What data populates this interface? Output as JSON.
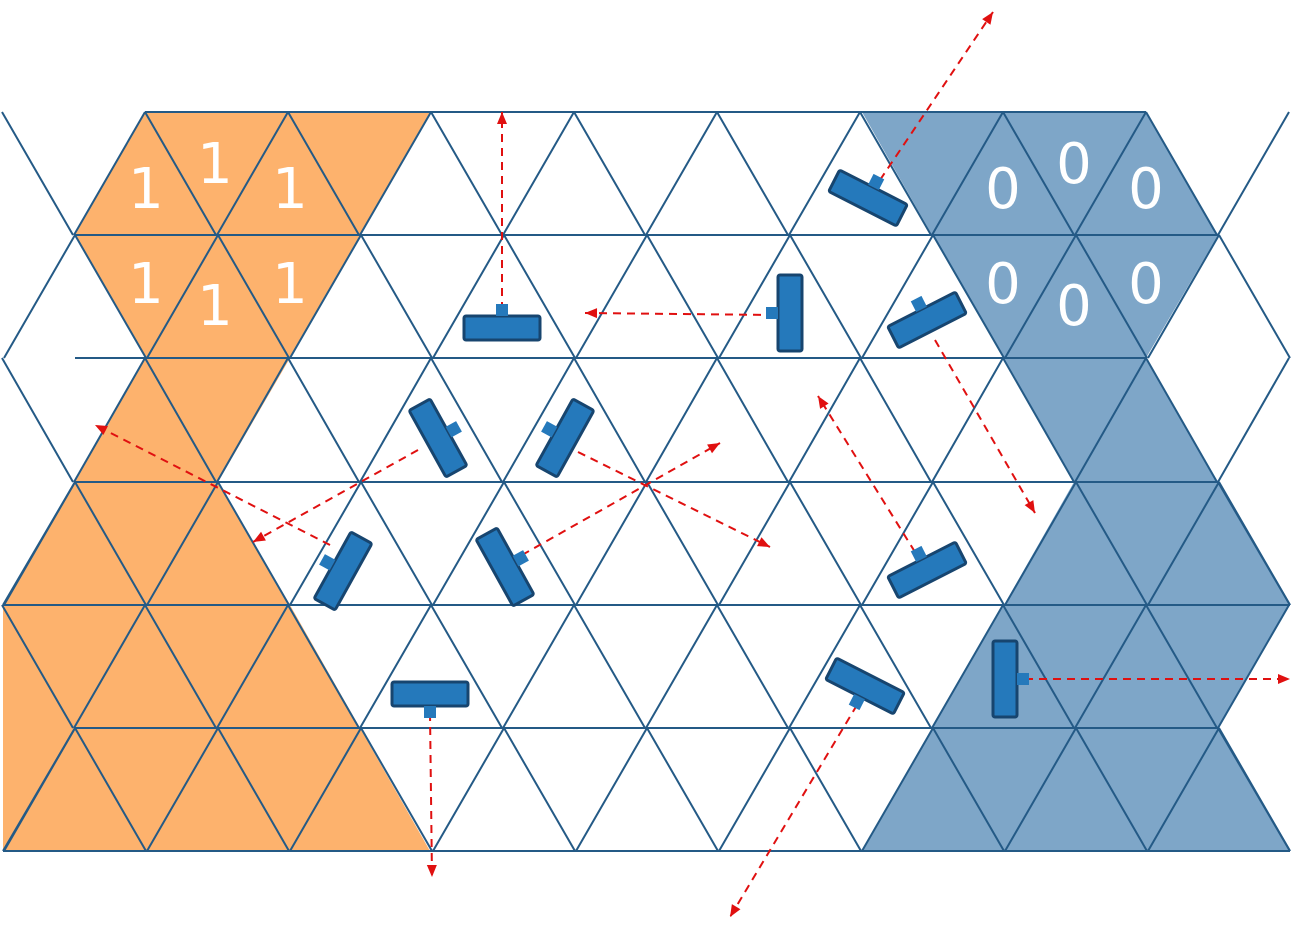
{
  "colors": {
    "team_one_fill": "#fdb26d",
    "team_zero_fill": "#7ea6c8",
    "grid": "#245a86",
    "agent": "#2579bb",
    "agent_border": "#17456f",
    "ray": "#e01010"
  },
  "labels": {
    "one": "1",
    "zero": "0"
  },
  "legend": [
    {
      "team": "one",
      "label": "1",
      "count": 6
    },
    {
      "team": "zero",
      "label": "0",
      "count": 6
    }
  ],
  "icons": {
    "agent": "rectangular-robot-icon",
    "ray": "dashed-arrow-icon"
  }
}
